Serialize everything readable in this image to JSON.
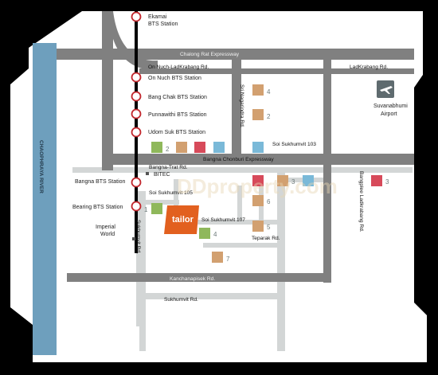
{
  "map": {
    "bts_stations": [
      {
        "id": "ekamai",
        "label": "Ekamai\nBTS Station"
      },
      {
        "id": "onnut",
        "label": "On Nuch BTS Station"
      },
      {
        "id": "bangchak",
        "label": "Bang Chak BTS Station"
      },
      {
        "id": "punnawithi",
        "label": "Punnawithi  BTS Station"
      },
      {
        "id": "udomsuk",
        "label": "Udom Suk BTS Station"
      },
      {
        "id": "bangna",
        "label": "Bangna BTS Station"
      },
      {
        "id": "bearing",
        "label": "Bearing BTS Station"
      }
    ],
    "roads": {
      "chalong_rat": "Chalong Rat Expressway",
      "onnut_ladkrabang": "On Nuch-LadKrabang Rd.",
      "ladkrabang": "LadKrabang Rd.",
      "bangna_chonburi": "Bangna Chonburi Expressway",
      "bangna_trat": "Bangna-Trat Rd.",
      "soi_sukhumvit_103": "Soi Sukhumvit 103",
      "soi_sukhumvit_105": "Soi Sukhumvit 105",
      "soi_sukhumvit_107": "Soi Sukhumvit 107",
      "teparak": "Teparak Rd.",
      "kanchanapisek": "Kanchanapisek Rd.",
      "sukhumvit_h": "Sukhumvit Rd.",
      "sukhumvit_v": "Sukhumvit Rd.",
      "srinagarindra": "Sri Nagarindra Rd.",
      "bangplee": "Bangplee Ladkrabang Rd."
    },
    "places": {
      "bitec": "BITEC",
      "imperial_world": "Imperial\nWorld",
      "airport": "Suvanabhumi\nAirport",
      "river": "CHAOPHRAYA RIVER"
    },
    "pois": [
      {
        "kind": "shop",
        "num": "4"
      },
      {
        "kind": "shop",
        "num": "2"
      },
      {
        "kind": "shop",
        "num": "3"
      },
      {
        "kind": "shop",
        "num": "6"
      },
      {
        "kind": "shop",
        "num": "5"
      },
      {
        "kind": "shop",
        "num": "7"
      },
      {
        "kind": "hospital",
        "num": "3"
      },
      {
        "kind": "park",
        "num": "2"
      },
      {
        "kind": "park",
        "num": "1"
      },
      {
        "kind": "park",
        "num": "4"
      }
    ],
    "project_logo_text": "tailor",
    "watermark": "DDproperty.com",
    "colors": {
      "road_grey": "#7f7f7f",
      "road_light": "#cfd2d2",
      "river_blue": "#6e9fbd",
      "project_orange": "#e2601f",
      "shop_brown": "#d2a070",
      "hospital_red": "#d74a5a",
      "park_green": "#8fb85b",
      "school_blue": "#7ab9d8"
    }
  }
}
